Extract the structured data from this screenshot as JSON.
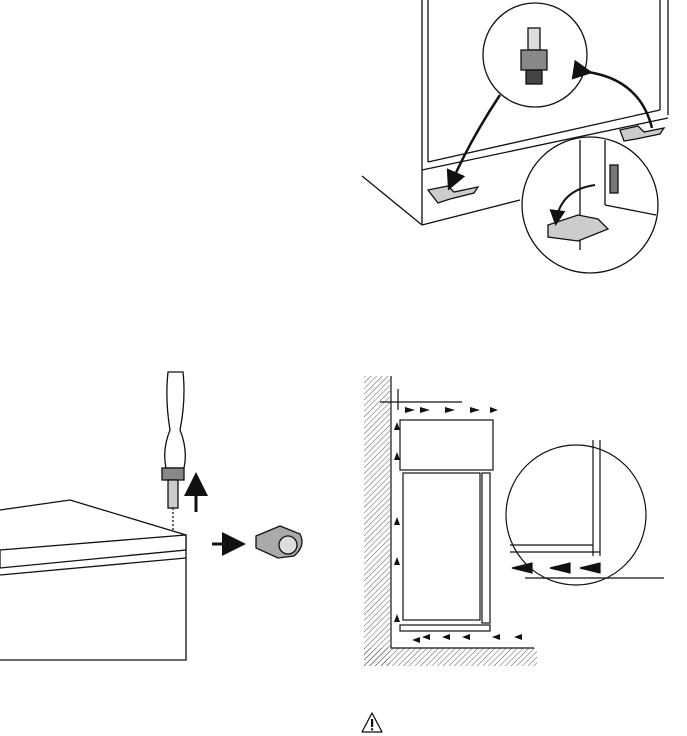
{
  "page": {
    "illustrations": [
      {
        "id": "adjustable-feet",
        "icon": "foot-spacer-illustration"
      },
      {
        "id": "screwdriver-cap",
        "icon": "screwdriver-cap-removal-illustration"
      },
      {
        "id": "ventilation",
        "icon": "ventilation-airflow-illustration"
      }
    ],
    "warning_icon": "warning-triangle-icon",
    "colors": {
      "line": "#1a1a1a",
      "fill_gray": "#c8c8c8"
    }
  }
}
